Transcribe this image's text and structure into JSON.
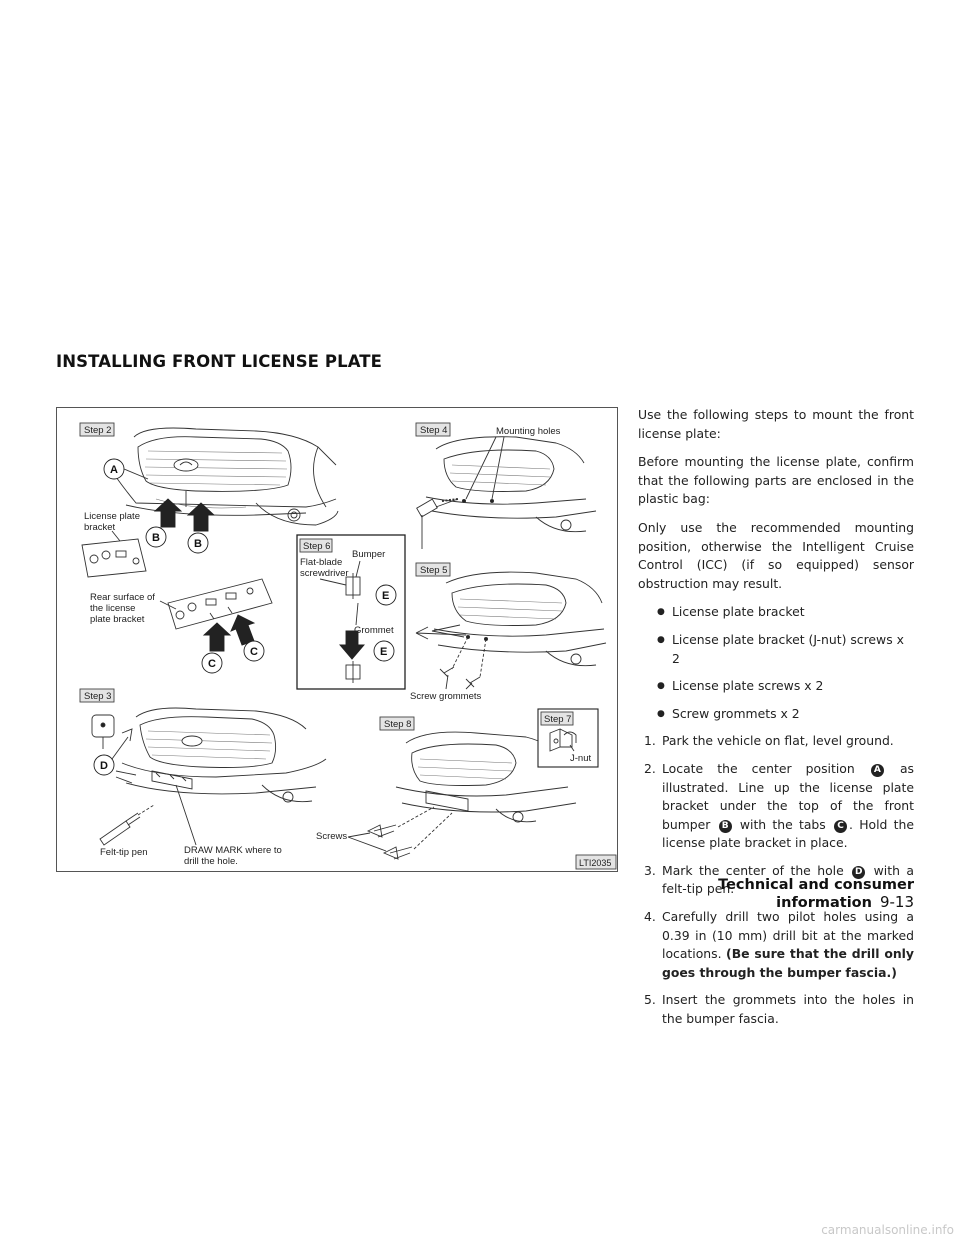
{
  "section_title": "INSTALLING FRONT LICENSE PLATE",
  "figure": {
    "code": "LTI2035",
    "steps": {
      "step2": "Step 2",
      "step3": "Step 3",
      "step4": "Step 4",
      "step5": "Step 5",
      "step6": "Step 6",
      "step7": "Step 7",
      "step8": "Step 8"
    },
    "labels": {
      "license_plate_bracket_1": "License plate",
      "license_plate_bracket_2": "bracket",
      "rear_surface_1": "Rear surface of",
      "rear_surface_2": "the license",
      "rear_surface_3": "plate bracket",
      "mounting_holes": "Mounting holes",
      "flat_blade_1": "Flat-blade",
      "flat_blade_2": "screwdriver",
      "bumper": "Bumper",
      "grommet": "Grommet",
      "screw_grommets": "Screw grommets",
      "j_nut": "J-nut",
      "felt_tip_pen": "Felt-tip pen",
      "draw_mark_1": "DRAW MARK where to",
      "draw_mark_2": "drill the hole.",
      "screws": "Screws"
    },
    "callouts": {
      "a": "A",
      "b": "B",
      "c": "C",
      "d": "D",
      "e": "E"
    }
  },
  "intro": {
    "p1": "Use the following steps to mount the front license plate:",
    "p2": "Before mounting the license plate, confirm that the following parts are enclosed in the plastic bag:",
    "p3": "Only use the recommended mounting position, otherwise the Intelligent Cruise Control (ICC) (if so equipped) sensor obstruction may result."
  },
  "parts": [
    "License plate bracket",
    "License plate bracket (J-nut) screws x 2",
    "License plate screws x 2",
    "Screw grommets x 2"
  ],
  "steps": [
    {
      "num": "1.",
      "text": "Park the vehicle on flat, level ground."
    },
    {
      "num": "2.",
      "t1": "Locate the center position",
      "c1": "A",
      "t2": "as illustrated. Line up the license plate bracket under the top of the front bumper",
      "c2": "B",
      "t3": "with the tabs",
      "c3": "C",
      "t4": ". Hold the license plate bracket in place."
    },
    {
      "num": "3.",
      "t1": "Mark the center of the hole",
      "c1": "D",
      "t2": "with a felt-tip pen."
    },
    {
      "num": "4.",
      "t1": "Carefully drill two pilot holes using a 0.39 in (10 mm) drill bit at the marked locations.",
      "bold": "(Be sure that the drill only goes through the bumper fascia.)"
    },
    {
      "num": "5.",
      "text": "Insert the grommets into the holes in the bumper fascia."
    }
  ],
  "footer": {
    "section": "Technical and consumer information",
    "page": "9-13"
  },
  "watermark": "carmanualsonline.info"
}
